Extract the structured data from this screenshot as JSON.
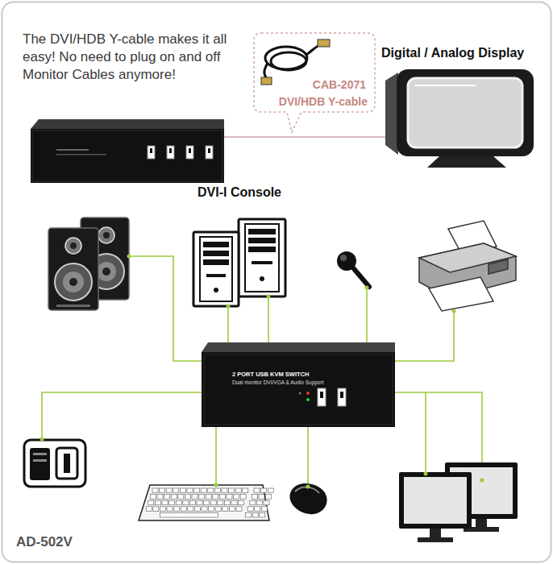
{
  "diagram": {
    "nodes": [
      {
        "text": [
          "CAB-2071",
          "DVI/HDB Y-cable"
        ]
      },
      {
        "text": [
          "Digital / Analog Display"
        ]
      },
      {
        "text": [
          "DVI-I Console"
        ]
      },
      {
        "text": [
          "2 PORT USB KVM SWITCH",
          "Dual monitor DVI/VGA & Audio Support"
        ]
      }
    ],
    "edges": [
      {
        "from": 2,
        "to": 1,
        "arrow": "none"
      }
    ],
    "labels": [
      "The DVI/HDB Y-cable makes it all easy! No need to plug on and off Monitor Cables anymore!",
      "AD-502V"
    ]
  }
}
